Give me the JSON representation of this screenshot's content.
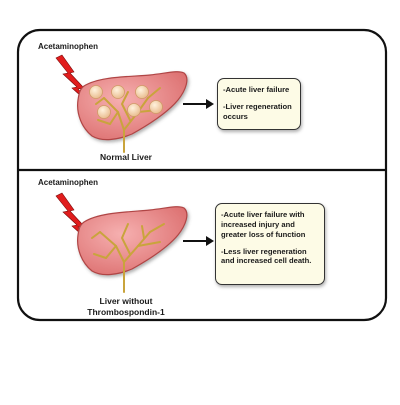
{
  "panels": [
    {
      "drug_label": "Acetaminophen",
      "liver_caption": "Normal Liver",
      "outcomes": [
        [
          "-Acute liver failure"
        ],
        [
          "-Liver regeneration",
          "occurs"
        ]
      ]
    },
    {
      "drug_label": "Acetaminophen",
      "liver_caption_lines": [
        "Liver without",
        "Thrombospondin-1"
      ],
      "outcomes": [
        [
          "-Acute liver failure with",
          "increased injury and",
          "greater loss of function"
        ],
        [
          "-Less liver regeneration",
          "and increased cell death."
        ]
      ]
    }
  ],
  "colors": {
    "liver_fill": "#e88a8a",
    "liver_stroke": "#b04545",
    "vessel": "#c9a43c",
    "nodule": "#f4d3a6",
    "lightning": "#e11d1d",
    "box_fill": "#fdfbe6"
  }
}
